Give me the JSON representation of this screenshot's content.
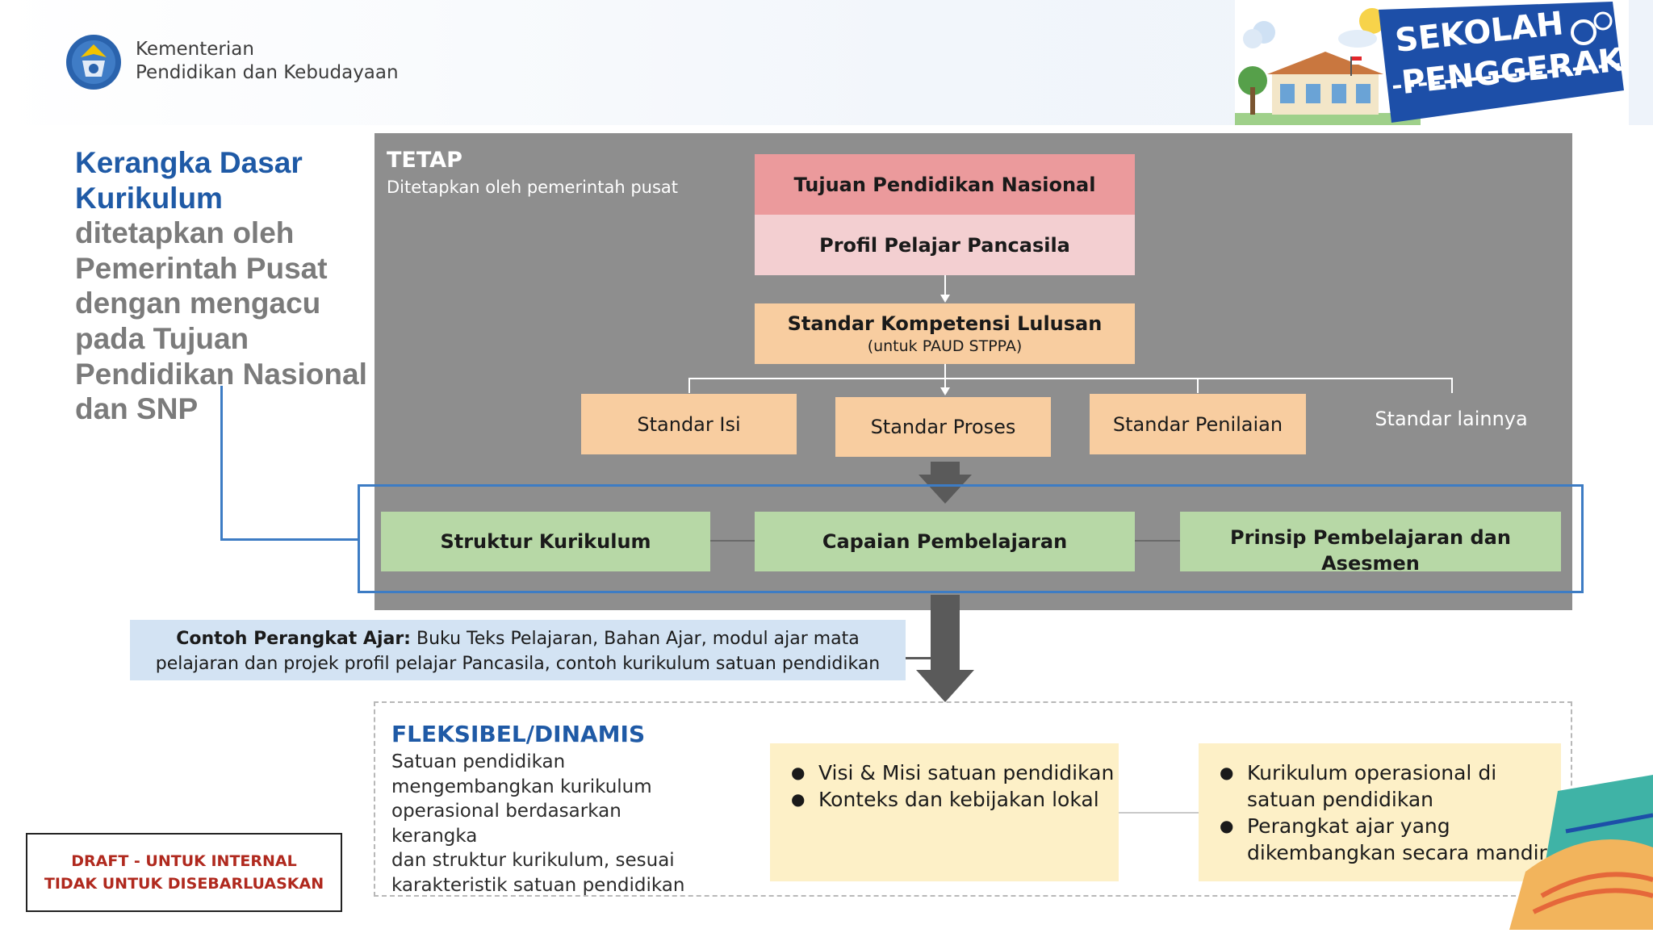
{
  "header": {
    "ministry_line1": "Kementerian",
    "ministry_line2": "Pendidikan dan Kebudayaan",
    "badge_line1": "SEKOLAH",
    "badge_line2": "PENGGERAK"
  },
  "left_title": {
    "highlight_line1": "Kerangka Dasar",
    "highlight_line2": "Kurikulum",
    "rest_line1": "ditetapkan oleh",
    "rest_line2": "Pemerintah Pusat",
    "rest_line3": "dengan mengacu",
    "rest_line4": "pada Tujuan",
    "rest_line5": "Pendidikan Nasional",
    "rest_line6": "dan SNP"
  },
  "tetap": {
    "title": "TETAP",
    "subtitle": "Ditetapkan oleh pemerintah pusat",
    "tujuan": "Tujuan Pendidikan Nasional",
    "profil": "Profil Pelajar Pancasila",
    "skl_title": "Standar Kompetensi Lulusan",
    "skl_sub": "(untuk PAUD STPPA)",
    "standar_isi": "Standar Isi",
    "standar_proses": "Standar Proses",
    "standar_penilaian": "Standar Penilaian",
    "standar_lainnya": "Standar lainnya",
    "struktur": "Struktur Kurikulum",
    "capaian": "Capaian Pembelajaran",
    "prinsip_line1": "Prinsip Pembelajaran dan",
    "prinsip_line2": "Asesmen"
  },
  "contoh": {
    "label": "Contoh Perangkat Ajar:",
    "text_line1": " Buku Teks Pelajaran, Bahan Ajar, modul ajar mata",
    "text_line2": "pelajaran dan projek profil pelajar Pancasila, contoh kurikulum satuan pendidikan"
  },
  "fleksibel": {
    "title": "FLEKSIBEL/DINAMIS",
    "desc_line1": "Satuan pendidikan",
    "desc_line2": "mengembangkan kurikulum",
    "desc_line3": "operasional berdasarkan kerangka",
    "desc_line4": "dan struktur kurikulum, sesuai",
    "desc_line5": "karakteristik satuan pendidikan",
    "box1_item1": "Visi & Misi satuan pendidikan",
    "box1_item2": "Konteks dan kebijakan lokal",
    "box2_item1_line1": "Kurikulum operasional di",
    "box2_item1_line2": "satuan pendidikan",
    "box2_item2_line1": "Perangkat ajar yang",
    "box2_item2_line2": "dikembangkan secara mandiri"
  },
  "draft": {
    "line1": "DRAFT - UNTUK INTERNAL",
    "line2": "TIDAK UNTUK DISEBARLUASKAN"
  }
}
